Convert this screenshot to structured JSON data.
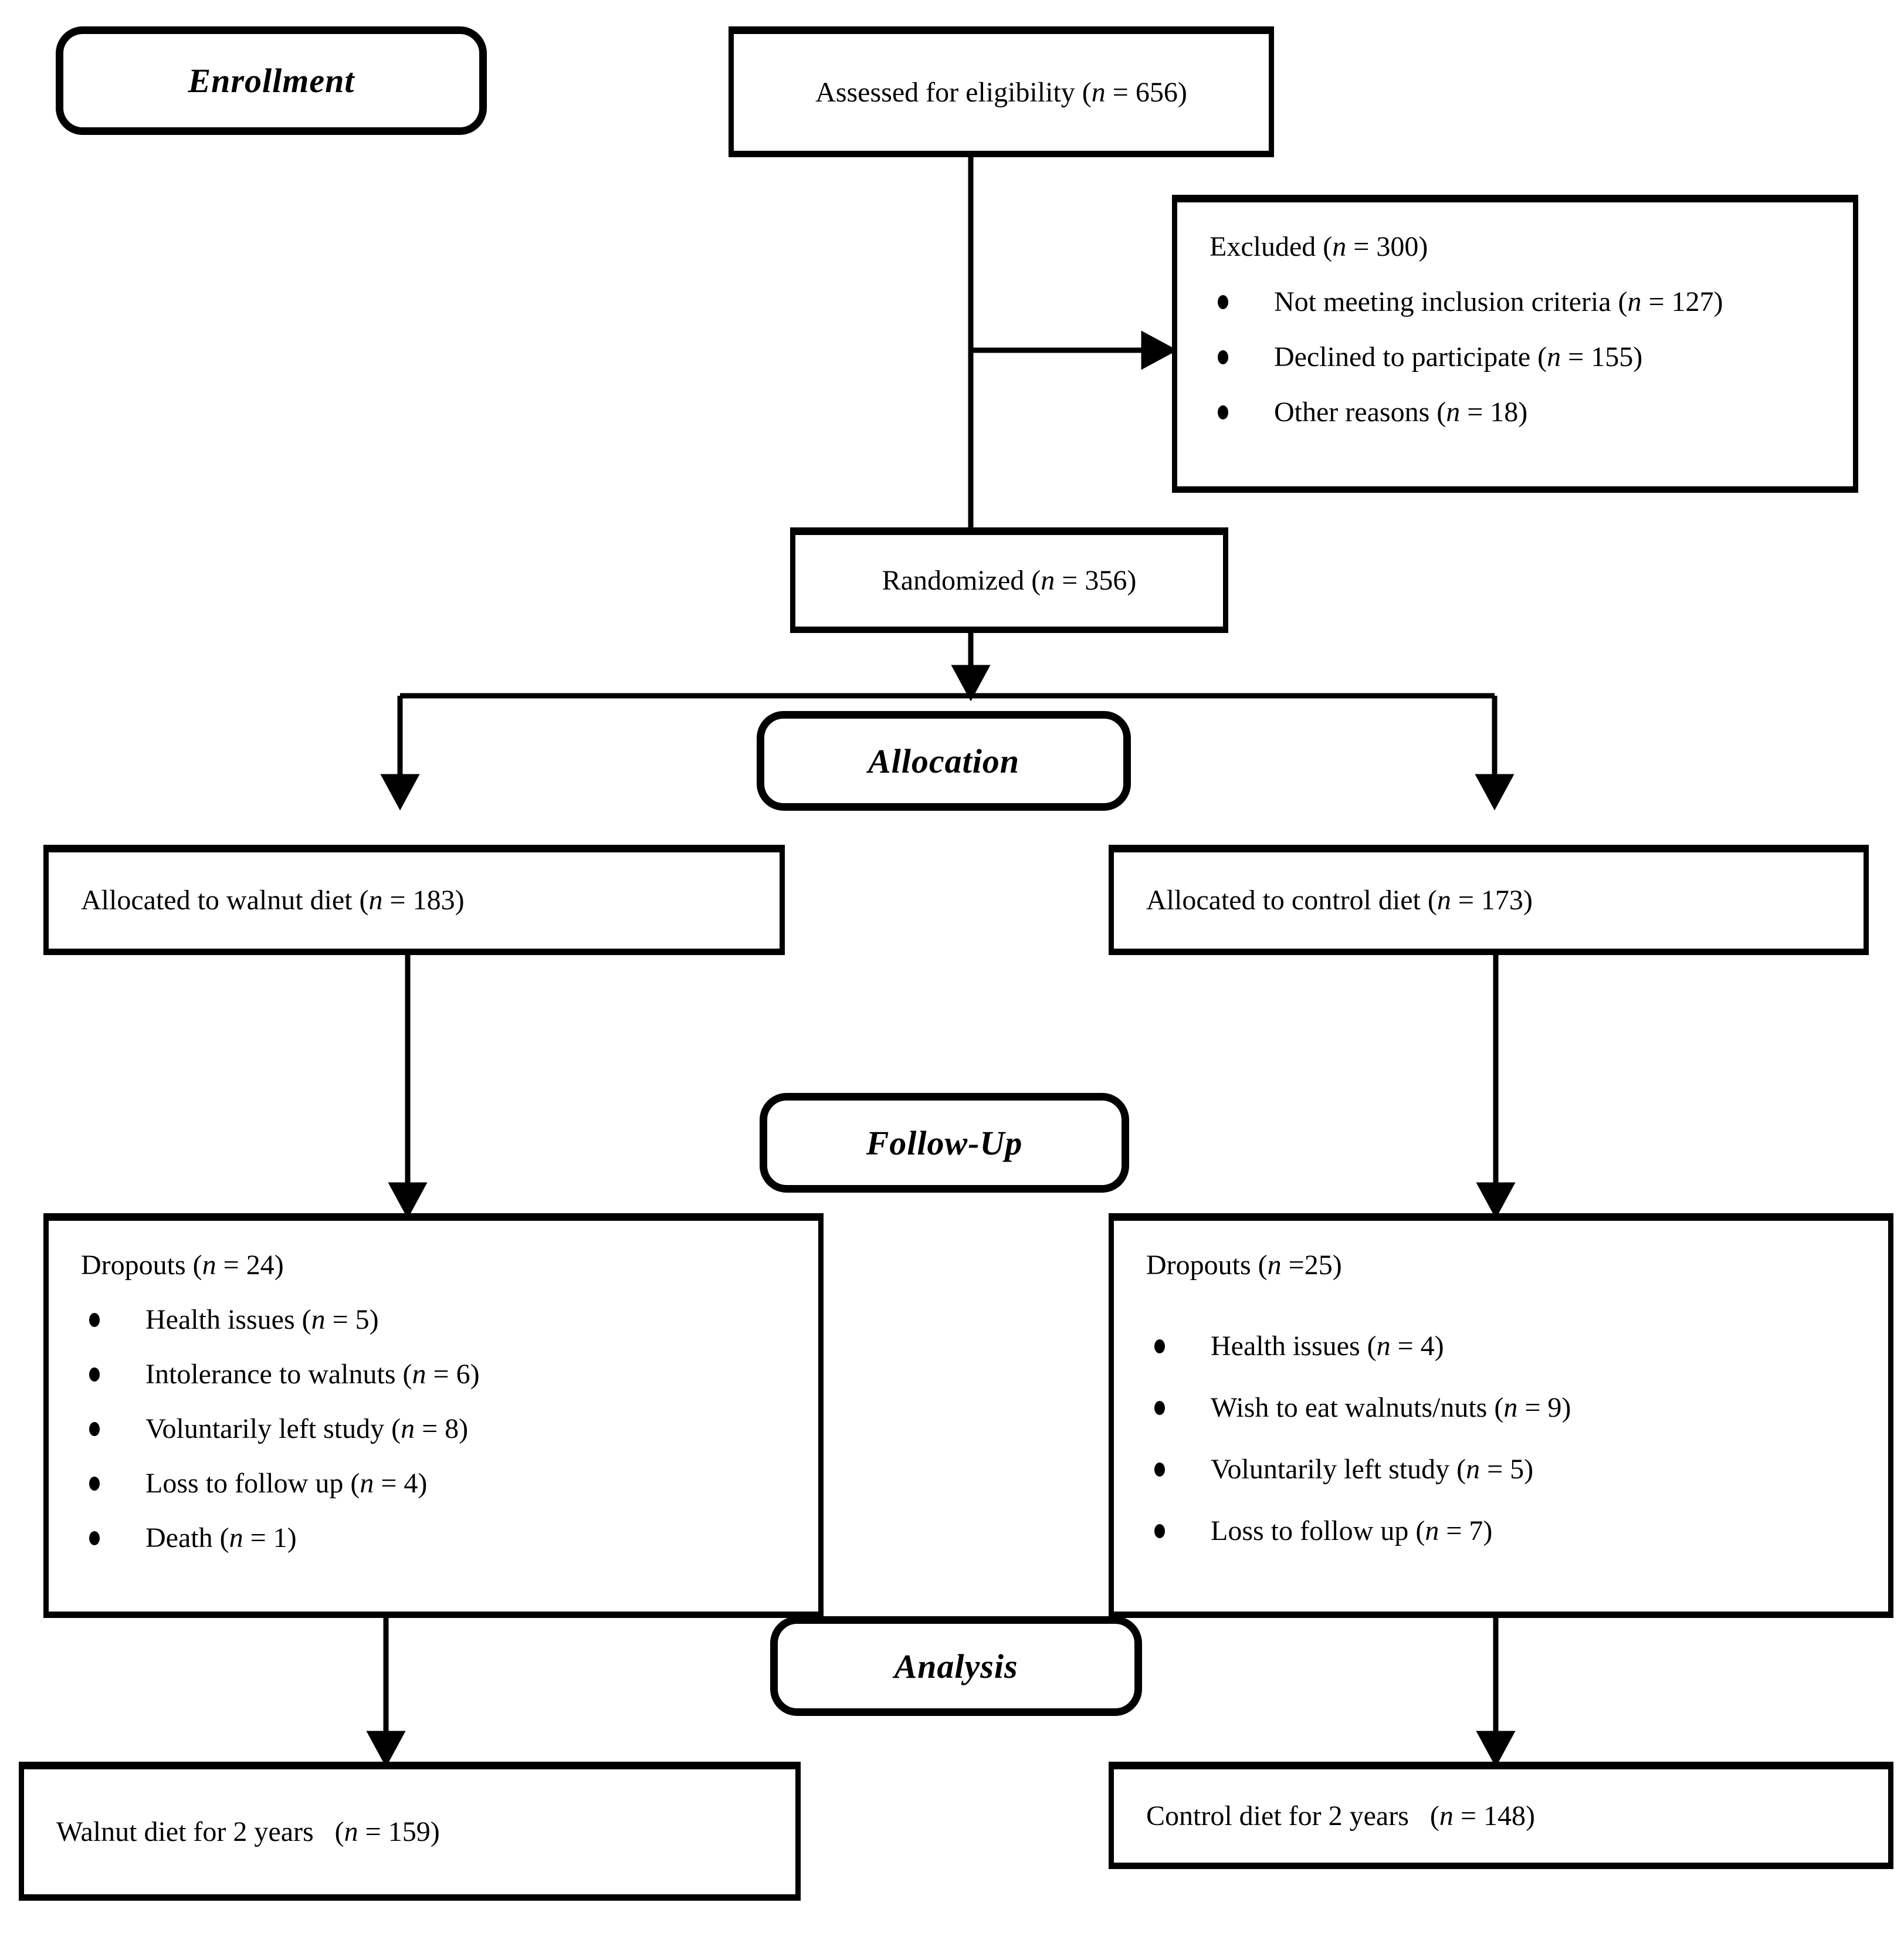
{
  "stages": {
    "enrollment": "Enrollment",
    "allocation": "Allocation",
    "followup": "Follow-Up",
    "analysis": "Analysis"
  },
  "boxes": {
    "assessed": "Assessed for eligibility (n = 656)",
    "excluded": {
      "title": "Excluded (n = 300)",
      "items": [
        "Not meeting inclusion criteria (n = 127)",
        "Declined to participate (n = 155)",
        "Other reasons (n = 18)"
      ]
    },
    "randomized": "Randomized (n = 356)",
    "allocated_walnut": "Allocated to walnut diet (n = 183)",
    "allocated_control": "Allocated to control diet (n = 173)",
    "dropouts_walnut": {
      "title": "Dropouts (n = 24)",
      "items": [
        "Health issues (n = 5)",
        "Intolerance to walnuts (n = 6)",
        "Voluntarily left study (n = 8)",
        "Loss to follow up (n = 4)",
        "Death (n = 1)"
      ]
    },
    "dropouts_control": {
      "title": "Dropouts (n =25)",
      "items": [
        "Health issues (n = 4)",
        "Wish to eat walnuts/nuts (n = 9)",
        "Voluntarily left study (n = 5)",
        "Loss to follow up (n = 7)"
      ]
    },
    "final_walnut": "Walnut diet for 2 years   (n = 159)",
    "final_control": "Control diet for 2 years   (n = 148)"
  },
  "colors": {
    "stroke": "#000000",
    "background": "#ffffff"
  }
}
